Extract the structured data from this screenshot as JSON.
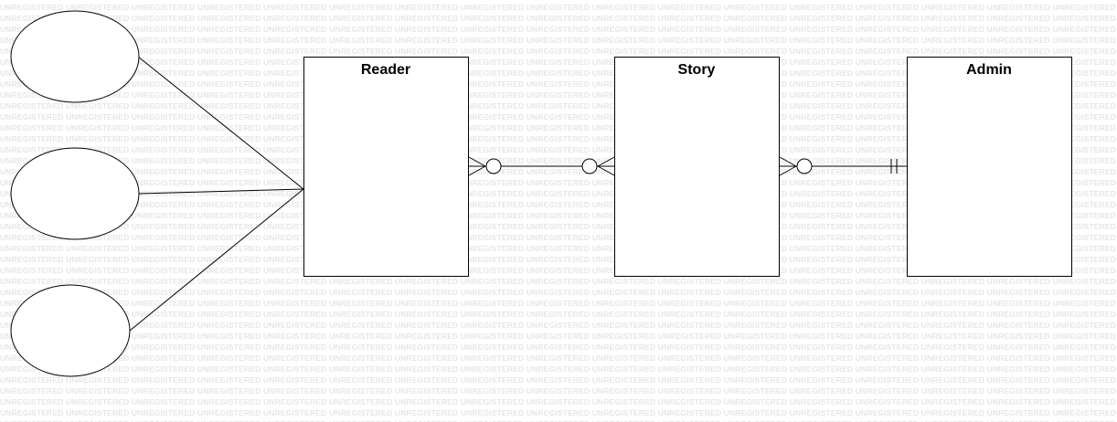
{
  "watermark": {
    "text": "UNREGISTERED"
  },
  "entities": [
    {
      "id": "reader",
      "name": "Reader"
    },
    {
      "id": "story",
      "name": "Story"
    },
    {
      "id": "admin",
      "name": "Admin"
    }
  ],
  "attributes": [
    {
      "id": "attr1",
      "entity": "reader",
      "label": ""
    },
    {
      "id": "attr2",
      "entity": "reader",
      "label": ""
    },
    {
      "id": "attr3",
      "entity": "reader",
      "label": ""
    }
  ],
  "relationships": [
    {
      "from": "reader",
      "to": "story",
      "from_end": "zero-or-many",
      "to_end": "zero-or-many"
    },
    {
      "from": "story",
      "to": "admin",
      "from_end": "zero-or-many",
      "to_end": "one-and-only-one"
    }
  ]
}
